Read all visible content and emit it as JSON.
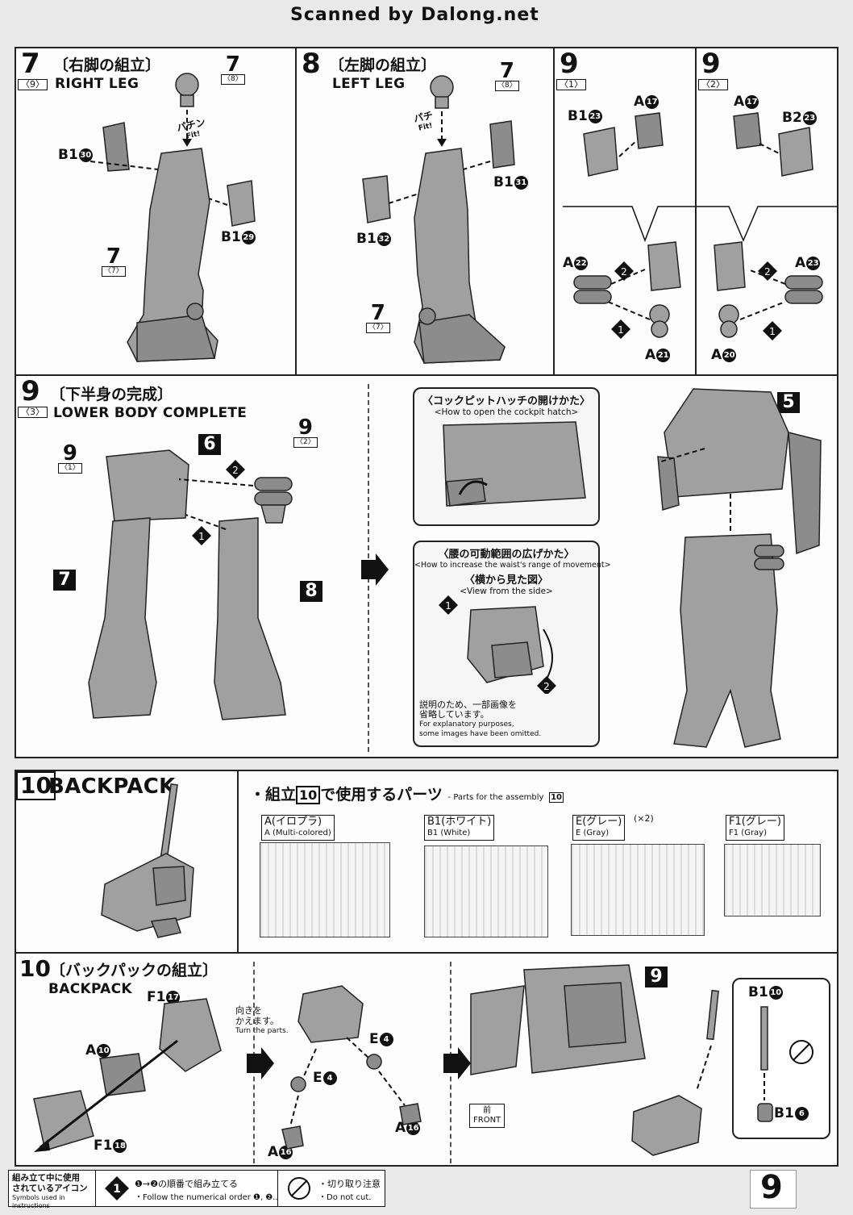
{
  "header": {
    "scan_credit": "Scanned by Dalong.net"
  },
  "steps": {
    "s7": {
      "num": "7",
      "sub": "9",
      "jp": "〔右脚の組立〕",
      "en": "RIGHT LEG",
      "ref_top_num": "7",
      "ref_top_sub": "8",
      "ref_mid_num": "7",
      "ref_mid_sub": "7",
      "fit_jp": "パチン",
      "fit_en": "Fit!",
      "part_b1_30": "B1",
      "n30": "30",
      "part_b1_29": "B1",
      "n29": "29"
    },
    "s8": {
      "num": "8",
      "jp": "〔左脚の組立〕",
      "en": "LEFT LEG",
      "ref_top_num": "7",
      "ref_top_sub": "8",
      "ref_mid_num": "7",
      "ref_mid_sub": "7",
      "fit_jp": "パチ",
      "fit_en": "Fit!",
      "part_b1_31": "B1",
      "n31": "31",
      "part_b1_32": "B1",
      "n32": "32"
    },
    "s9a": {
      "num": "9",
      "sub": "1",
      "p1": "B1",
      "n1": "23",
      "p2": "A",
      "n2": "17",
      "p3": "A",
      "n3": "22",
      "p4": "A",
      "n4": "21",
      "d1": "1",
      "d2": "2"
    },
    "s9b": {
      "num": "9",
      "sub": "2",
      "p1": "A",
      "n1": "17",
      "p2": "B2",
      "n2": "23",
      "p3": "A",
      "n3": "23",
      "p4": "A",
      "n4": "20",
      "d1": "1",
      "d2": "2"
    },
    "s9c": {
      "num": "9",
      "sub": "3",
      "jp": "〔下半身の完成〕",
      "en": "LOWER BODY COMPLETE",
      "r6": "6",
      "r7": "7",
      "r8": "8",
      "r9a_num": "9",
      "r9a_sub": "1",
      "r9b_num": "9",
      "r9b_sub": "2",
      "d1": "1",
      "d2": "2"
    },
    "cockpit": {
      "jp": "〈コックピットハッチの開けかた〉",
      "en": "<How to open the cockpit hatch>"
    },
    "waist": {
      "jp": "〈腰の可動範囲の広げかた〉",
      "en": "<How to increase the waist's range of movement>",
      "side_jp": "〈横から見た図〉",
      "side_en": "<View from the side>",
      "note_jp1": "説明のため、一部画像を",
      "note_jp2": "省略しています。",
      "note_en1": "For explanatory purposes,",
      "note_en2": "some images have been omitted.",
      "d1": "1",
      "d2": "2"
    },
    "assembled_ref": "5",
    "s10a": {
      "num": "10",
      "en": "BACKPACK"
    },
    "parts": {
      "title_jp_pre": "・組立",
      "title_num": "10",
      "title_jp_post": "で使用するパーツ",
      "title_en": "- Parts for the assembly",
      "title_en_num": "10",
      "runners": [
        {
          "jp": "A(イロプラ)",
          "en": "A (Multi-colored)",
          "extra": ""
        },
        {
          "jp": "B1(ホワイト)",
          "en": "B1 (White)",
          "extra": ""
        },
        {
          "jp": "E(グレー)",
          "en": "E (Gray)",
          "extra": "(×2)"
        },
        {
          "jp": "F1(グレー)",
          "en": "F1 (Gray)",
          "extra": ""
        }
      ]
    },
    "s10b": {
      "num": "10",
      "jp": "〔バックパックの組立〕",
      "en": "BACKPACK",
      "p_f1_17": "F1",
      "n17": "17",
      "p_a10": "A",
      "n10": "10",
      "p_f1_18": "F1",
      "n18": "18",
      "turn_jp1": "向きを",
      "turn_jp2": "かえます。",
      "turn_en": "Turn the parts.",
      "p_e4a": "E",
      "n4a": "4",
      "p_e4b": "E",
      "n4b": "4",
      "p_a16a": "A",
      "n16a": "16",
      "p_a16b": "A",
      "n16b": "16",
      "ref9": "9",
      "front_jp": "前",
      "front_en": "FRONT",
      "p_b1_10": "B1",
      "n10b": "10",
      "p_b1_6": "B1",
      "n6": "6"
    }
  },
  "footer": {
    "legend_jp1": "組み立て中に使用",
    "legend_jp2": "されているアイコン",
    "legend_en": "Symbols used in instructions",
    "icon1_num": "1",
    "order_jp": "❶→❷の順番で組み立てる",
    "order_en": "・Follow the numerical order ❶, ❷...",
    "cut_jp": "・切り取り注意",
    "cut_en": "・Do not cut.",
    "page": "9"
  }
}
